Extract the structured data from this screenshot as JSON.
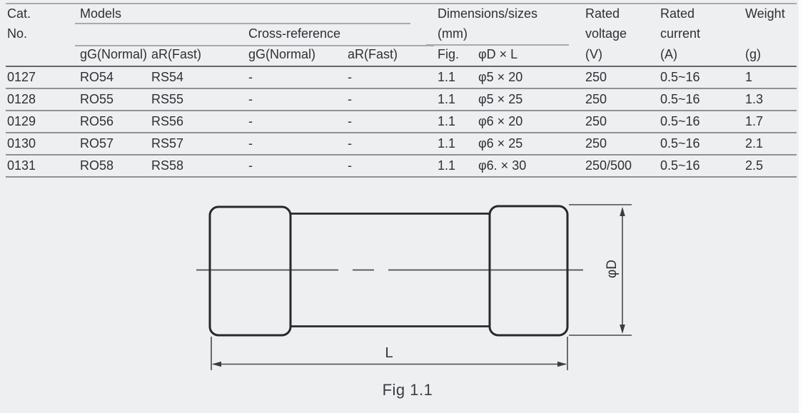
{
  "table": {
    "header": {
      "cat_line1": "Cat.",
      "cat_line2": "No.",
      "models_label": "Models",
      "cross_reference_label": "Cross-reference",
      "dimensions_line1": "Dimensions/sizes",
      "dimensions_line2": "(mm)",
      "voltage_line1": "Rated",
      "voltage_line2": "voltage",
      "current_line1": "Rated",
      "current_line2": "current",
      "weight_line1": "Weight",
      "sub": {
        "gg_normal_1": "gG(Normal)",
        "ar_fast_1": "aR(Fast)",
        "gg_normal_2": "gG(Normal)",
        "ar_fast_2": "aR(Fast)",
        "fig": "Fig.",
        "d_x_l": "φD × L",
        "v": "(V)",
        "a": "(A)",
        "g": "(g)"
      }
    },
    "rows": [
      {
        "cat_no": "0127",
        "gg_normal": "RO54",
        "ar_fast": "RS54",
        "cross_gg": "-",
        "cross_ar": "-",
        "fig": "1.1",
        "d_x_l": "φ5 × 20",
        "voltage": "250",
        "current": "0.5~16",
        "weight": "1"
      },
      {
        "cat_no": "0128",
        "gg_normal": "RO55",
        "ar_fast": "RS55",
        "cross_gg": "-",
        "cross_ar": "-",
        "fig": "1.1",
        "d_x_l": "φ5 × 25",
        "voltage": "250",
        "current": "0.5~16",
        "weight": "1.3"
      },
      {
        "cat_no": "0129",
        "gg_normal": "RO56",
        "ar_fast": "RS56",
        "cross_gg": "-",
        "cross_ar": "-",
        "fig": "1.1",
        "d_x_l": "φ6 × 20",
        "voltage": "250",
        "current": "0.5~16",
        "weight": "1.7"
      },
      {
        "cat_no": "0130",
        "gg_normal": "RO57",
        "ar_fast": "RS57",
        "cross_gg": "-",
        "cross_ar": "-",
        "fig": "1.1",
        "d_x_l": "φ6 × 25",
        "voltage": "250",
        "current": "0.5~16",
        "weight": "2.1"
      },
      {
        "cat_no": "0131",
        "gg_normal": "RO58",
        "ar_fast": "RS58",
        "cross_gg": "-",
        "cross_ar": "-",
        "fig": "1.1",
        "d_x_l": "φ6. × 30",
        "voltage": "250/500",
        "current": "0.5~16",
        "weight": "2.5"
      }
    ]
  },
  "diagram": {
    "d_label": "φD",
    "l_label": "L",
    "caption": "Fig 1.1"
  },
  "colors": {
    "background": "#edeff1",
    "text": "#2e3134",
    "rule_gray": "#8d9296",
    "drawing_stroke": "#26292d"
  }
}
